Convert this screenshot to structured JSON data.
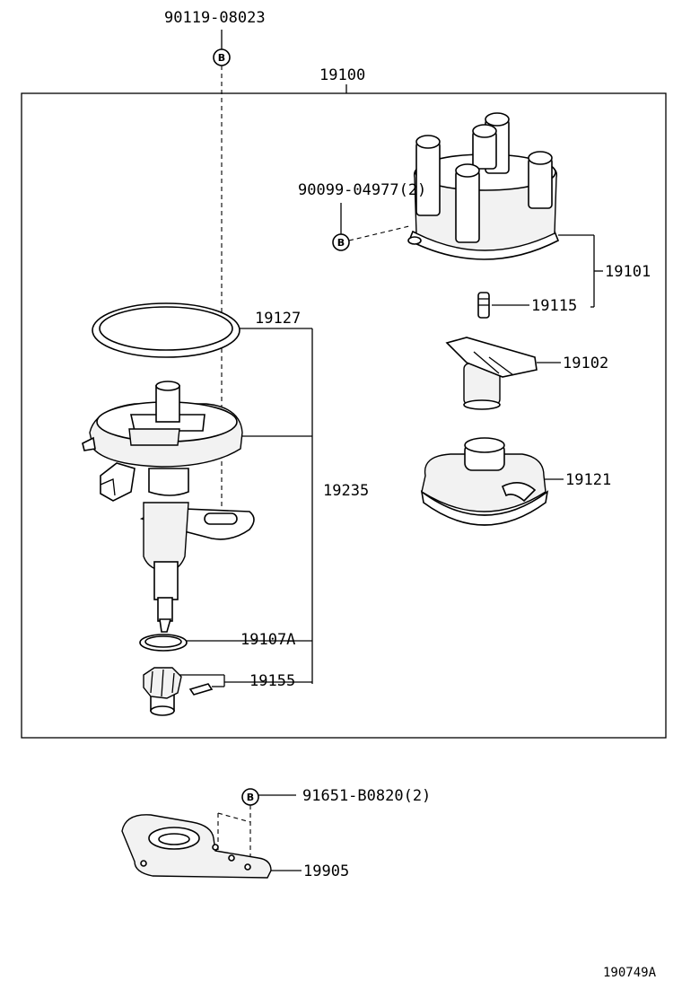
{
  "labels": {
    "assembly": "19100",
    "bolt_top": "90119-08023",
    "screw_cap": "90099-04977(2)",
    "cap": "19101",
    "cap_insert": "19115",
    "rotor": "19102",
    "cover": "19121",
    "oring_large": "19127",
    "housing": "19235",
    "oring_small": "19107A",
    "gear": "19155",
    "bolt_bracket": "91651-B0820(2)",
    "bracket": "19905",
    "figure_code": "190749A"
  },
  "markers": {
    "bolt_top": "B",
    "screw_cap": "B",
    "bolt_bracket": "B"
  }
}
